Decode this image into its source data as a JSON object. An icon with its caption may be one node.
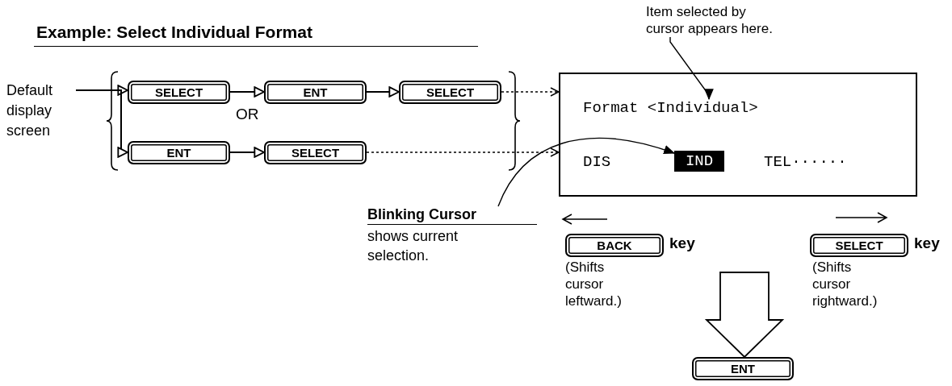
{
  "diagram": {
    "title": "Example: Select Individual Format",
    "nodes": [
      {
        "text": [
          "Default display screen"
        ]
      },
      {
        "text": [
          "SELECT"
        ]
      },
      {
        "text": [
          "ENT"
        ]
      },
      {
        "text": [
          "SELECT"
        ]
      },
      {
        "text": [
          "ENT"
        ]
      },
      {
        "text": [
          "SELECT"
        ]
      },
      {
        "text": [
          "DIS",
          "TEL······"
        ]
      },
      {
        "text": [
          "Format <Individual>"
        ],
        "in": 6
      },
      {
        "text": [
          "IND"
        ],
        "in": 6
      },
      {
        "text": [
          "Item selected by cursor appears here."
        ]
      },
      {
        "text": [
          "Blinking Cursor",
          "shows current selection."
        ]
      },
      {
        "text": [
          "BACK"
        ],
        "beside": [
          "key",
          "(Shifts cursor leftward.)"
        ]
      },
      {
        "text": [
          "SELECT"
        ],
        "beside": [
          "key",
          "(Shifts cursor rightward.)"
        ]
      },
      {
        "text": [
          "ENT"
        ]
      }
    ],
    "edges": [
      {
        "from": 0,
        "to": 1,
        "arrow": "to"
      },
      {
        "from": 0,
        "to": 4,
        "arrow": "to"
      },
      {
        "from": 1,
        "to": 2,
        "arrow": "to"
      },
      {
        "from": 2,
        "to": 3,
        "arrow": "to"
      },
      {
        "from": 4,
        "to": 5,
        "arrow": "to"
      },
      {
        "from": 3,
        "to": 6,
        "arrow": "to",
        "style": "dashed"
      },
      {
        "from": 5,
        "to": 6,
        "arrow": "to",
        "style": "dashed"
      },
      {
        "from": 9,
        "to": 7,
        "arrow": "to"
      },
      {
        "from": 10,
        "to": 8,
        "arrow": "to"
      },
      {
        "from": null,
        "to": 13,
        "arrow": "to"
      }
    ],
    "labels": [
      "OR"
    ]
  }
}
